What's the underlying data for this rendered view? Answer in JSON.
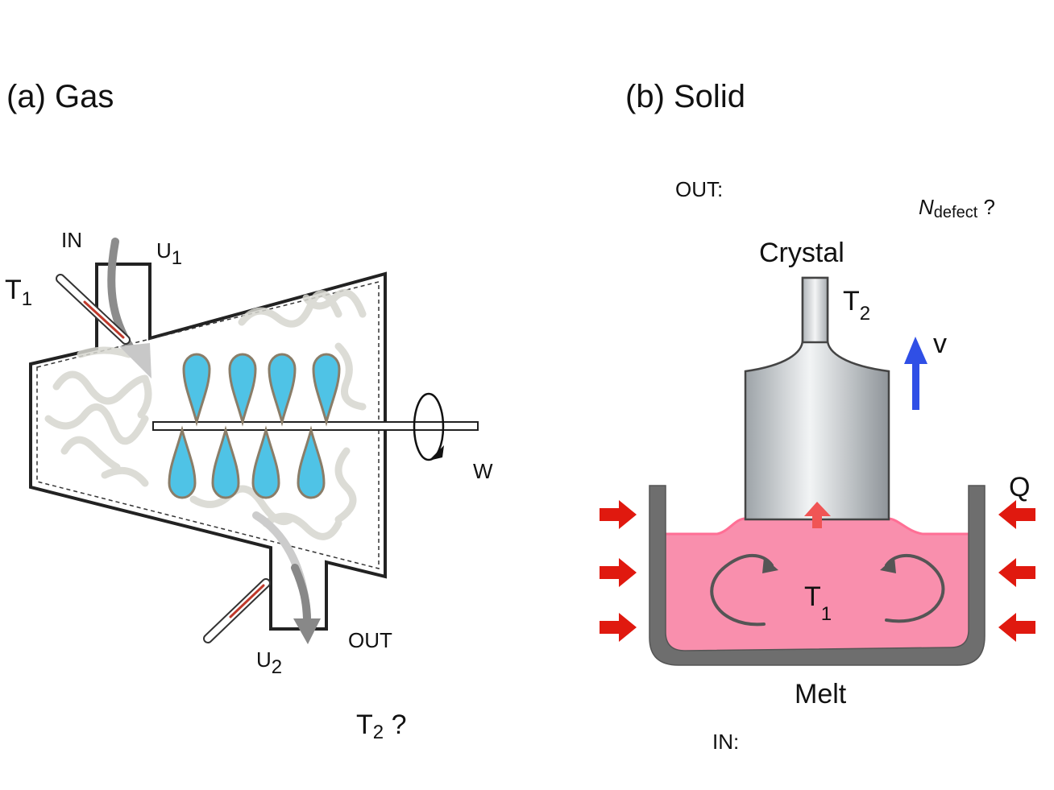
{
  "gas_panel": {
    "title": "(a) Gas",
    "in_label": "IN",
    "out_label": "OUT",
    "t1": {
      "base": "T",
      "sub": "1"
    },
    "u1": {
      "base": "U",
      "sub": "1"
    },
    "u2": {
      "base": "U",
      "sub": "2"
    },
    "w_label": "W",
    "question": {
      "base": "T",
      "sub": "2",
      "suffix": " ?"
    },
    "colors": {
      "blade": "#4fc3e6",
      "arrow": "#8c8c8c",
      "thermometer": "#c0392b"
    }
  },
  "solid_panel": {
    "title": "(b) Solid",
    "out_label": "OUT:",
    "in_label": "IN:",
    "n_defect": {
      "base": "N",
      "sub": "defect",
      "suffix": " ?"
    },
    "crystal_label": "Crystal",
    "t2": {
      "base": "T",
      "sub": "2"
    },
    "v_label": "v",
    "q_label": "Q",
    "t1": {
      "base": "T",
      "sub": "1"
    },
    "melt_label": "Melt",
    "colors": {
      "melt": "#f98fad",
      "heat_arrow": "#e0190f",
      "velocity_arrow": "#2f4fe6",
      "crucible": "#6e6e6e",
      "crystal": "#b8bec2"
    }
  }
}
